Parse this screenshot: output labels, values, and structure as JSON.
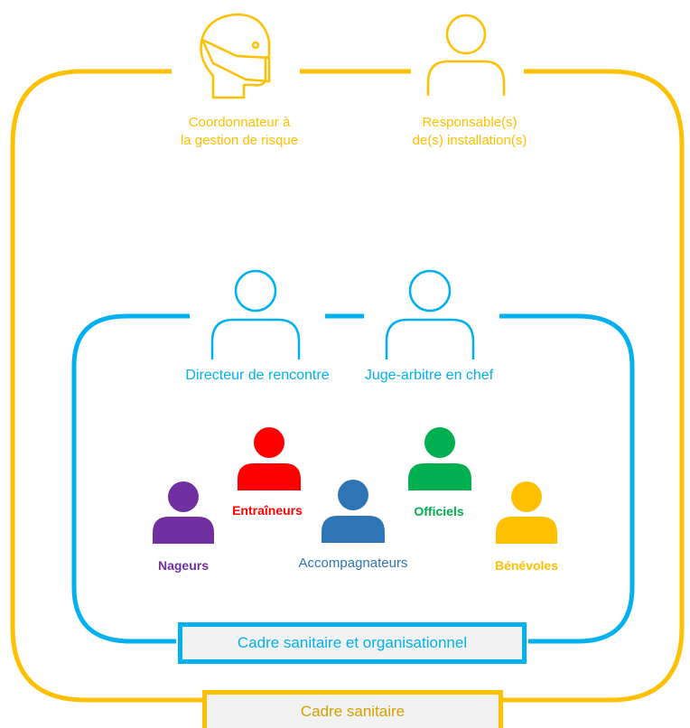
{
  "colors": {
    "outer": "#FFC000",
    "inner": "#00B0F0",
    "nageurs": "#7030A0",
    "entraineurs": "#FF0000",
    "accompagnateurs": "#2E75B6",
    "officiels": "#00B050",
    "benevoles": "#FFC000"
  },
  "outer_frame": {
    "label": "Cadre sanitaire",
    "roles": [
      {
        "icon": "masked-person-icon",
        "line1": "Coordonnateur à",
        "line2": "la gestion de risque"
      },
      {
        "icon": "person-outline-icon",
        "line1": "Responsable(s)",
        "line2": "de(s) installation(s)"
      }
    ]
  },
  "inner_frame": {
    "label": "Cadre sanitaire et organisationnel",
    "roles": [
      {
        "icon": "person-outline-icon",
        "label": "Directeur de rencontre"
      },
      {
        "icon": "person-outline-icon",
        "label": "Juge-arbitre en chef"
      }
    ],
    "participants": [
      {
        "icon": "person-filled-icon",
        "label": "Nageurs"
      },
      {
        "icon": "person-filled-icon",
        "label": "Entraîneurs"
      },
      {
        "icon": "person-filled-icon",
        "label": "Accompagnateurs"
      },
      {
        "icon": "person-filled-icon",
        "label": "Officiels"
      },
      {
        "icon": "person-filled-icon",
        "label": "Bénévoles"
      }
    ]
  }
}
